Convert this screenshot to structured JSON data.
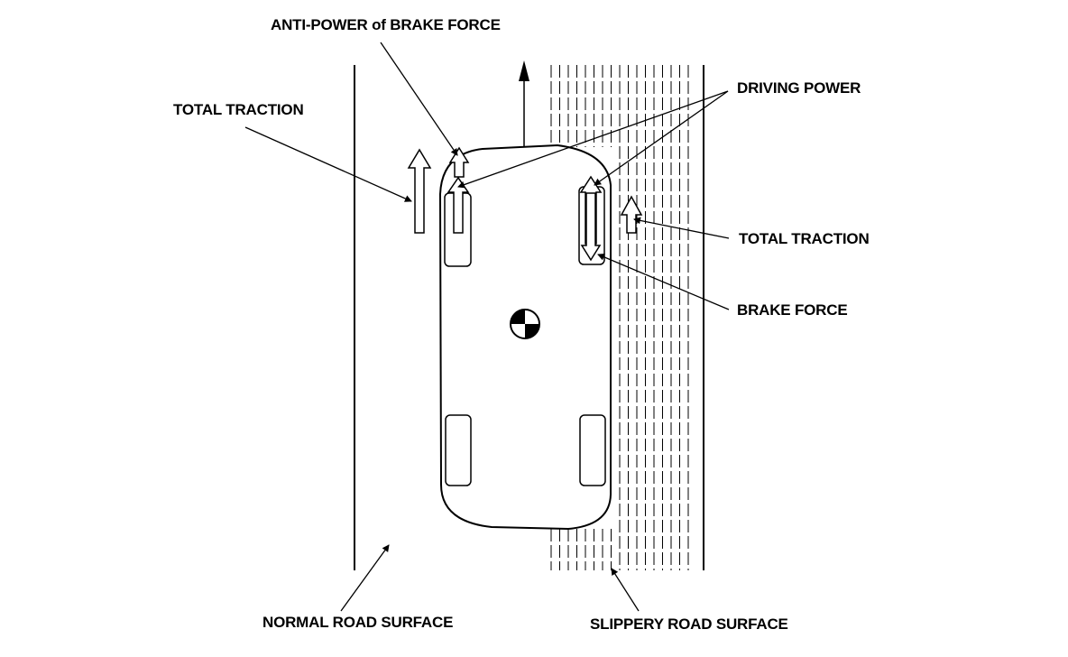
{
  "labels": {
    "anti_power_of_brake_force": "ANTI-POWER of BRAKE FORCE",
    "driving_power": "DRIVING POWER",
    "total_traction_left": "TOTAL TRACTION",
    "total_traction_right": "TOTAL TRACTION",
    "brake_force": "BRAKE FORCE",
    "normal_road_surface": "NORMAL ROAD SURFACE",
    "slippery_road_surface": "SLIPPERY ROAD SURFACE"
  },
  "colors": {
    "ink": "#000000",
    "paper": "#ffffff"
  }
}
